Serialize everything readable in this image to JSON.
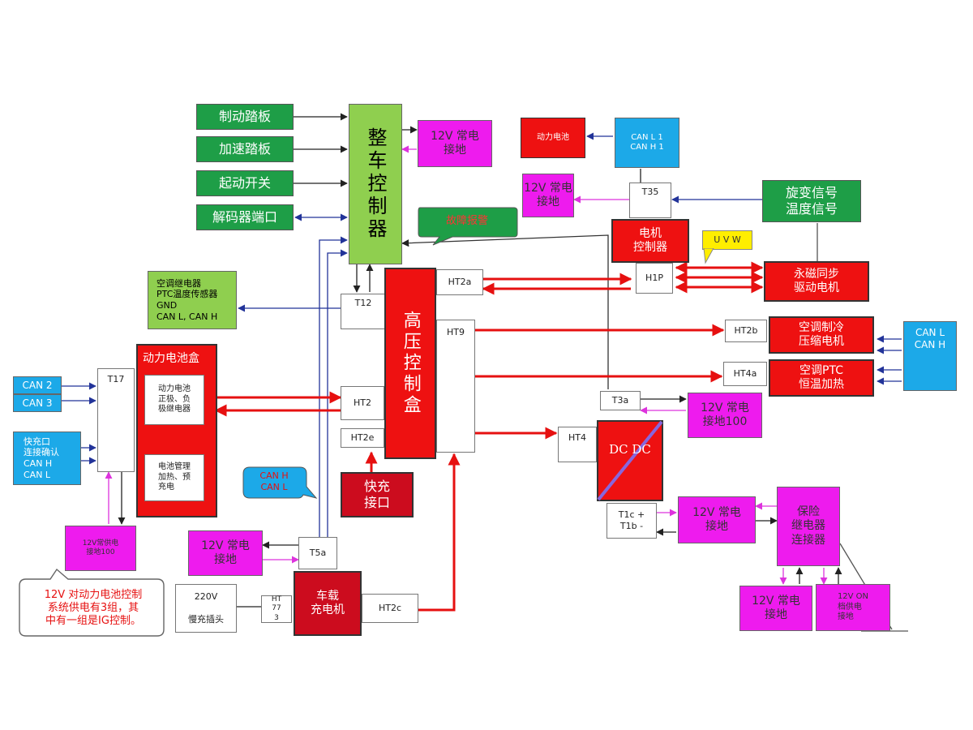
{
  "inputs": {
    "brake": "制动踏板",
    "accel": "加速踏板",
    "start": "起动开关",
    "decoder": "解码器端口"
  },
  "vcu": "整车控制器",
  "hv_box": "高压控制盒",
  "vcu_12v": "12V 常电\n接地",
  "fault_alarm": "故障报警",
  "power_loop": "动力电池",
  "can_l1": "CAN L 1\nCAN H 1",
  "motor_12v": "12V 常电\n接地",
  "t35": "T35",
  "resolver": "旋变信号\n温度信号",
  "motor_ctrl": "电机\n控制器",
  "uvw": "U V W",
  "h1p": "H1P",
  "sync_motor": "永磁同步\n驱动电机",
  "ac_relay": "空调继电器\nPTC温度传感器\nGND\nCAN L, CAN H",
  "t12": "T12",
  "ht2a": "HT2a",
  "ht9": "HT9",
  "ht2b": "HT2b",
  "ac_comp": "空调制冷\n压缩电机",
  "can_lh": "CAN L\nCAN H",
  "ht4a": "HT4a",
  "ac_ptc": "空调PTC\n恒温加热",
  "battery_box": "动力电池盒",
  "batt_relay": "动力电池\n正极、负\n极继电器",
  "bms": "电池管理\n加热、预\n充电",
  "t17": "T17",
  "can2": "CAN 2",
  "can3": "CAN 3",
  "fast_port_can": "快充口\n连接确认\nCAN H\nCAN L",
  "ht2": "HT2",
  "ht2e": "HT2e",
  "fast_charge": "快充\n接口",
  "t3a": "T3a",
  "ground100": "12V 常电\n接地100",
  "ht4": "HT4",
  "dcdc": "DC DC",
  "t1": "T1c +\nT1b -",
  "dcdc_12v": "12V 常电\n接地",
  "fuse_relay": "保险\n继电器\n连接器",
  "fuse_12v": "12V 常电\n接地",
  "ig_12v": "12V ON\n档供电\n接地",
  "bms_12v": "12V常供电\n接地100",
  "note": "12V 对动力电池控制\n系统供电有3组，其\n中有一组是IG控制。",
  "can_hl_callout": "CAN H\nCAN L",
  "charger_12v": "12V 常电\n接地",
  "t5a": "T5a",
  "plug_220": "220V\n\n慢充插头",
  "ht773": "HT\n77\n3",
  "obc": "车载\n充电机",
  "ht2c": "HT2c"
}
